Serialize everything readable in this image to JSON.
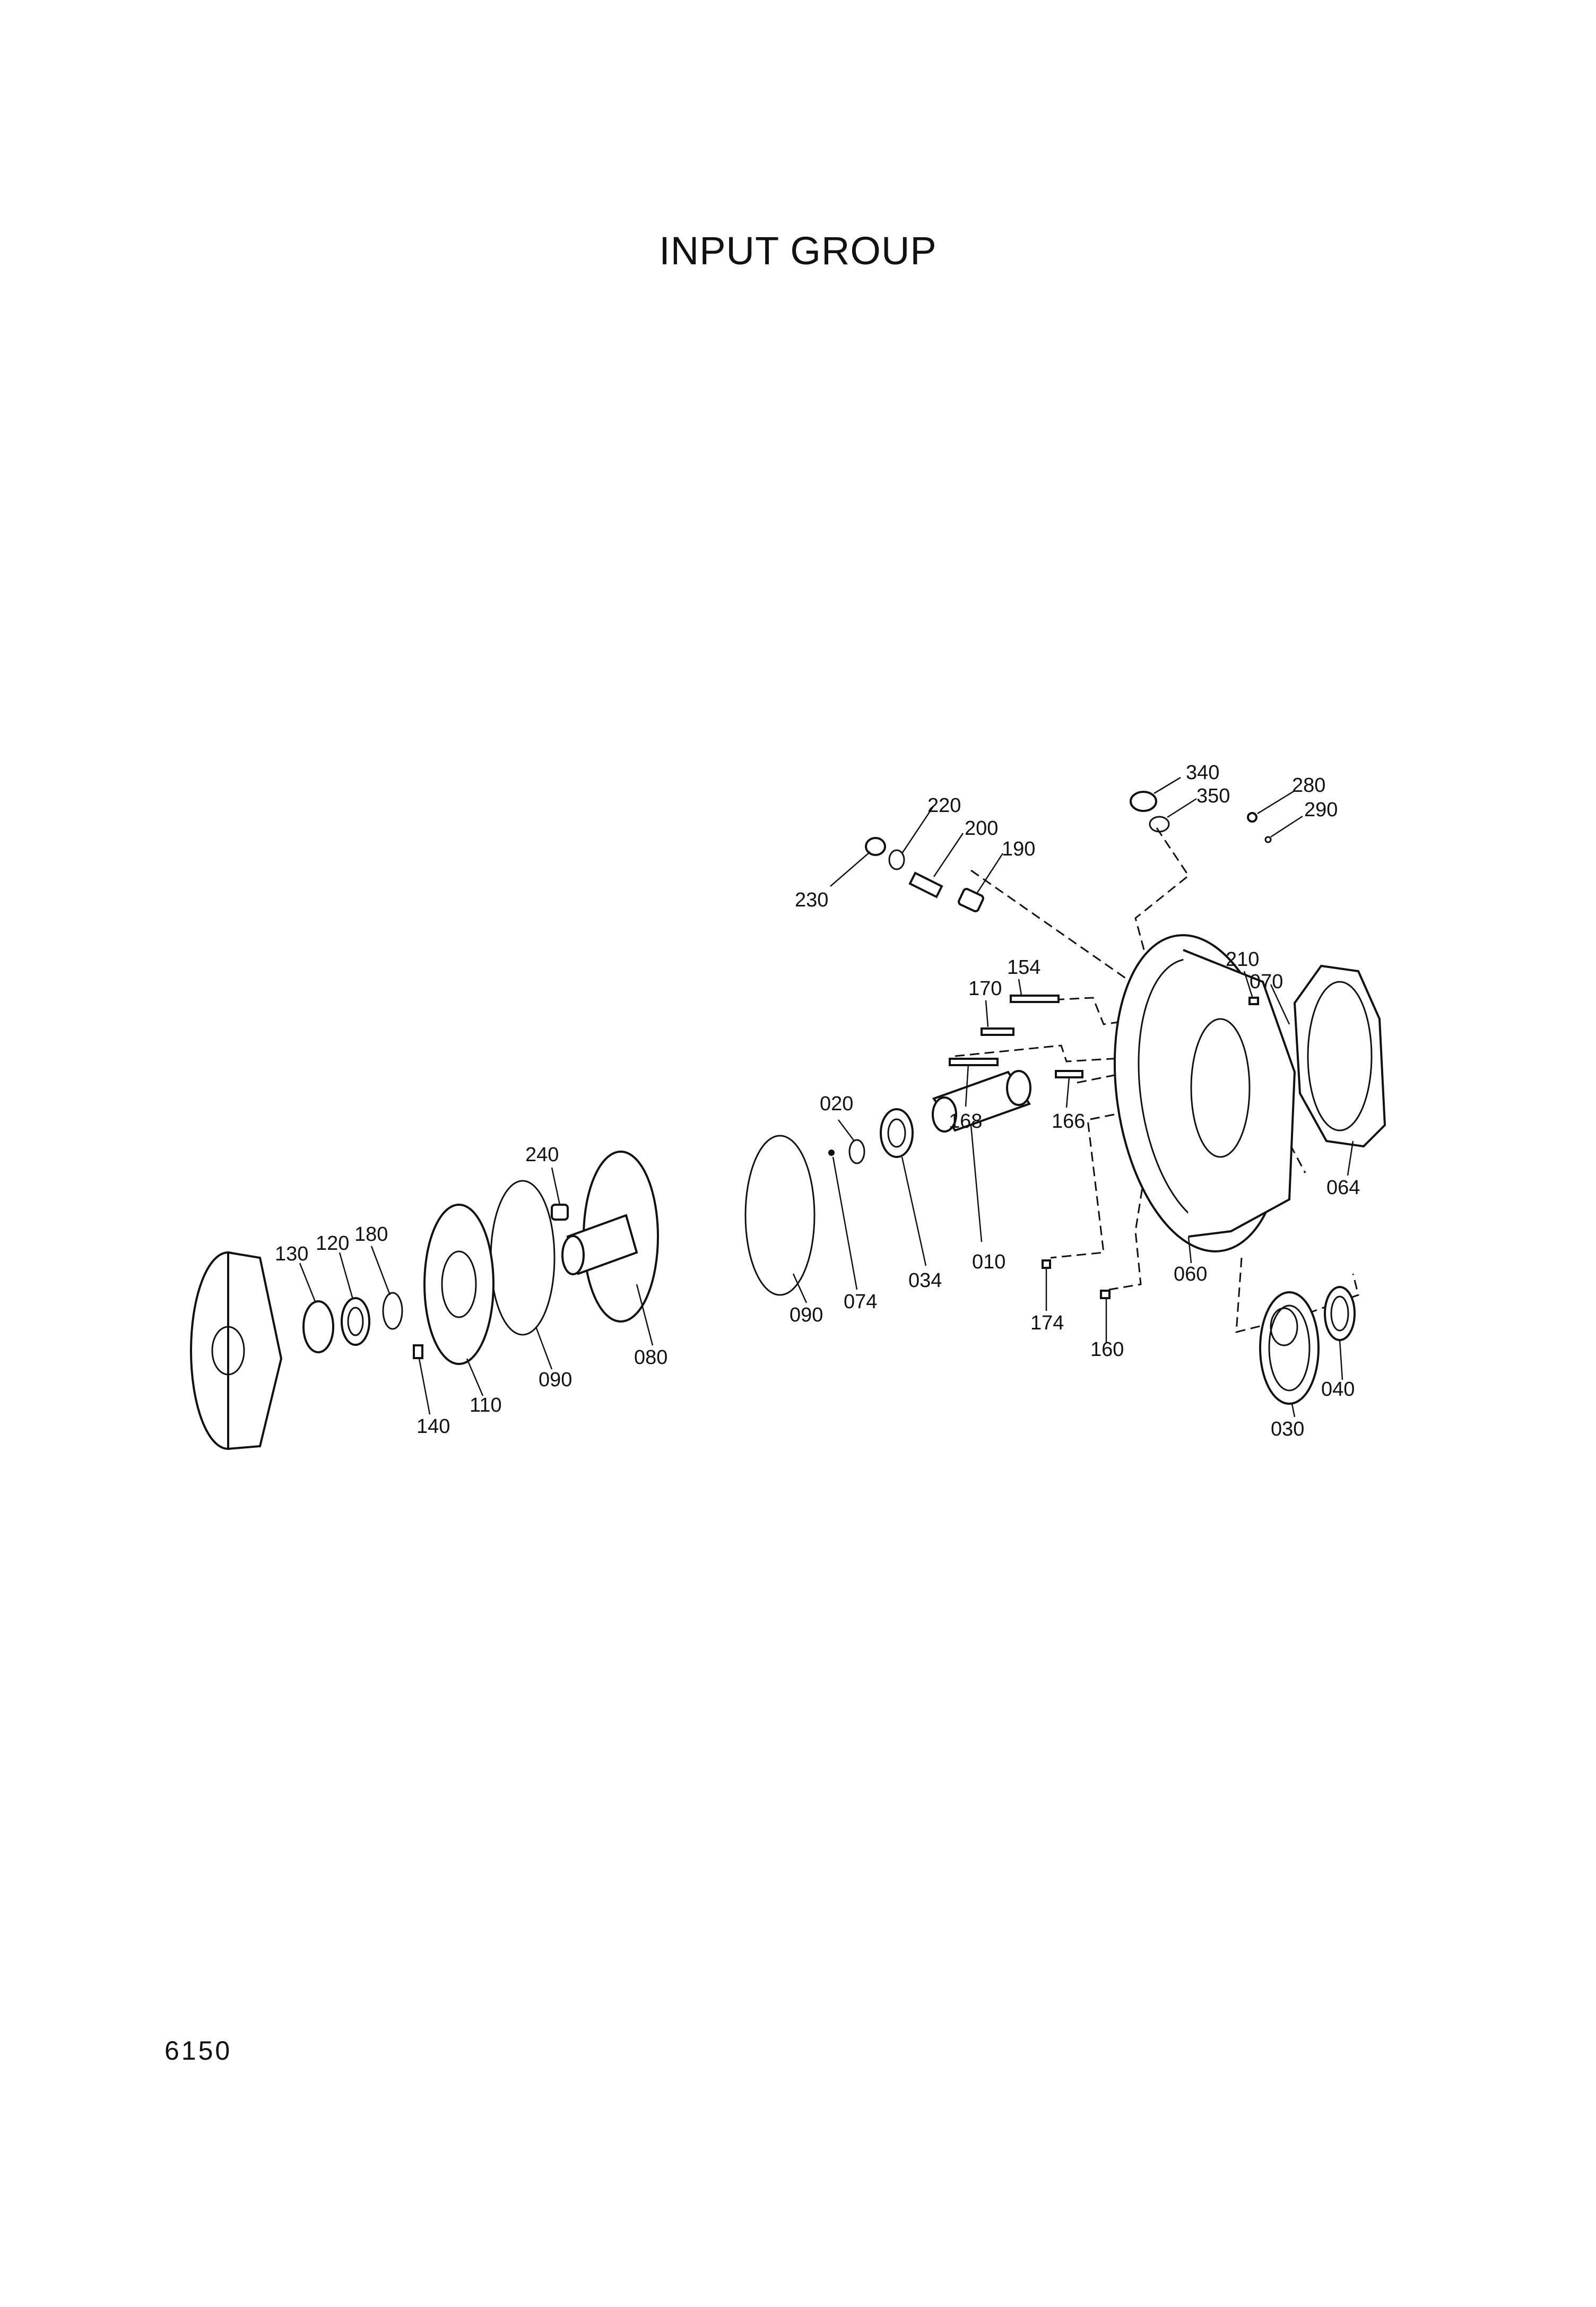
{
  "title": "INPUT GROUP",
  "page_number": "6150",
  "callouts": [
    "340",
    "350",
    "280",
    "290",
    "220",
    "200",
    "190",
    "230",
    "154",
    "170",
    "210",
    "070",
    "168",
    "166",
    "064",
    "020",
    "010",
    "034",
    "074",
    "090",
    "060",
    "240",
    "180",
    "120",
    "130",
    "174",
    "160",
    "040",
    "030",
    "080",
    "110",
    "140",
    "090"
  ]
}
